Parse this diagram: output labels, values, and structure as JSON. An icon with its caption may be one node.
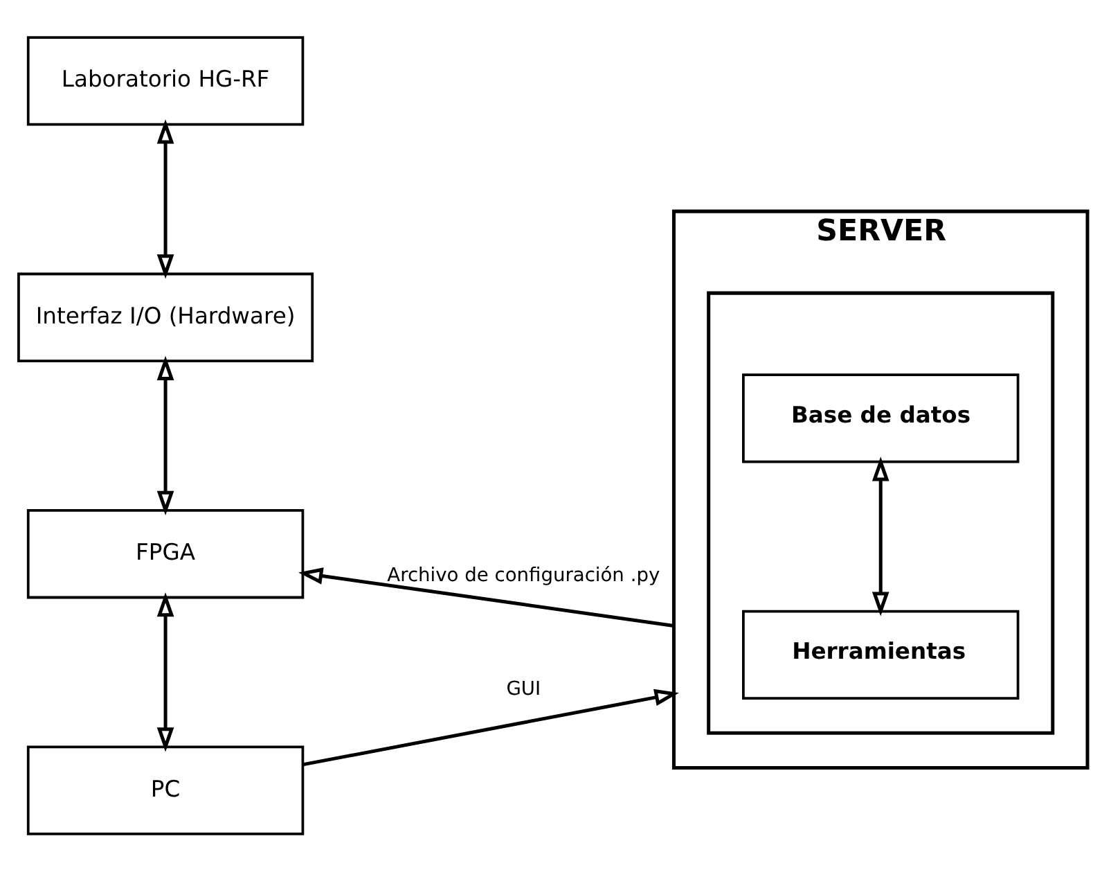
{
  "diagram": {
    "nodes": [
      {
        "text": [
          "Laboratorio HG-RF"
        ]
      },
      {
        "text": [
          "Interfaz I/O (Hardware)"
        ]
      },
      {
        "text": [
          "FPGA"
        ]
      },
      {
        "text": [
          "PC"
        ]
      },
      {
        "text": [
          "SERVER"
        ]
      },
      {
        "text": [],
        "shape": "box",
        "in": 4
      },
      {
        "text": [
          "Herramientas"
        ],
        "in": 5
      },
      {
        "text": [
          "Base de datos"
        ],
        "in": 5
      }
    ],
    "edges": [
      {
        "from": 0,
        "to": 1,
        "arrow": "both"
      },
      {
        "from": 1,
        "to": 2,
        "arrow": "both"
      },
      {
        "from": 2,
        "to": 3,
        "arrow": "both"
      },
      {
        "from": 4,
        "to": 2,
        "arrow": "to",
        "label": "Archivo de configuración .py"
      },
      {
        "from": 3,
        "to": 4,
        "arrow": "to",
        "label": "GUI"
      },
      {
        "from": 6,
        "to": 7,
        "arrow": "both"
      }
    ]
  }
}
